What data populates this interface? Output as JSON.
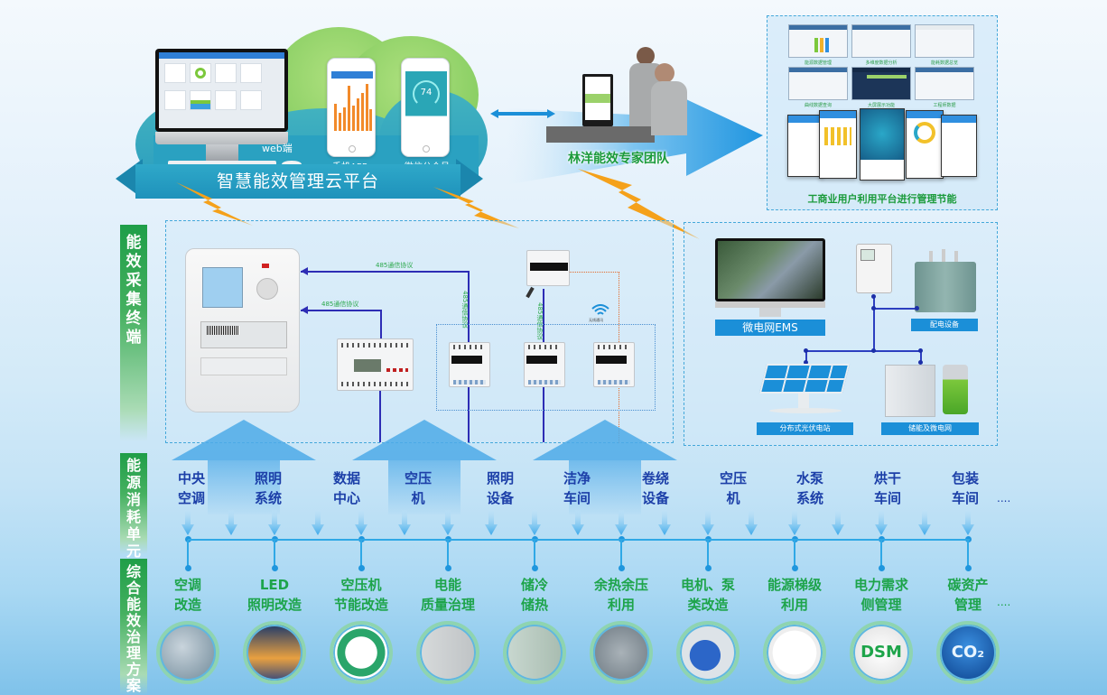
{
  "cloud_platform": {
    "title": "智慧能效管理云平台",
    "web_label": "web端",
    "app_label": "手机APP",
    "wechat_label": "微信公众号",
    "wechat_score": "74"
  },
  "expert_team": {
    "label": "林洋能效专家团队"
  },
  "user_platform": {
    "caption": "工商业用户利用平台进行管理节能",
    "screenshots": [
      {
        "caption": "能源数据管理"
      },
      {
        "caption": "多维度数据分析"
      },
      {
        "caption": "能耗数据总览"
      },
      {
        "caption": "曲线数据查询"
      },
      {
        "caption": "大屏展示功能"
      },
      {
        "caption": "工程师数据"
      }
    ]
  },
  "sections": {
    "collection": {
      "label": [
        "能",
        "效",
        "采",
        "集",
        "终",
        "端"
      ]
    },
    "consumption": {
      "label": [
        "能",
        "源",
        "消",
        "耗",
        "单",
        "元"
      ]
    },
    "solutions": {
      "label": [
        "综",
        "合",
        "能",
        "效",
        "治",
        "理",
        "方",
        "案"
      ]
    }
  },
  "collection": {
    "protocol_label": "485通信协议",
    "wireless_label": "无线通讯"
  },
  "microgrid": {
    "ems_label": "微电网EMS",
    "distribution_label": "配电设备",
    "pv_label": "分布式光伏电站",
    "storage_label": "储能及微电网"
  },
  "consumption_units": [
    {
      "line1": "中央",
      "line2": "空调"
    },
    {
      "line1": "照明",
      "line2": "系统"
    },
    {
      "line1": "数据",
      "line2": "中心"
    },
    {
      "line1": "空压",
      "line2": "机"
    },
    {
      "line1": "照明",
      "line2": "设备"
    },
    {
      "line1": "洁净",
      "line2": "车间"
    },
    {
      "line1": "卷绕",
      "line2": "设备"
    },
    {
      "line1": "空压",
      "line2": "机"
    },
    {
      "line1": "水泵",
      "line2": "系统"
    },
    {
      "line1": "烘干",
      "line2": "车间"
    },
    {
      "line1": "包装",
      "line2": "车间"
    }
  ],
  "solutions_list": [
    {
      "line1": "空调",
      "line2": "改造"
    },
    {
      "line1": "LED",
      "line2": "照明改造"
    },
    {
      "line1": "空压机",
      "line2": "节能改造"
    },
    {
      "line1": "电能",
      "line2": "质量治理"
    },
    {
      "line1": "储冷",
      "line2": "储热"
    },
    {
      "line1": "余热余压",
      "line2": "利用"
    },
    {
      "line1": "电机、泵",
      "line2": "类改造"
    },
    {
      "line1": "能源梯级",
      "line2": "利用"
    },
    {
      "line1": "电力需求",
      "line2": "侧管理"
    },
    {
      "line1": "碳资产",
      "line2": "管理"
    }
  ],
  "dsm_text": "DSM",
  "co2_text": "CO₂",
  "ellipsis": "....",
  "colors": {
    "green_label": "#1f9e48",
    "blue_text": "#1c3fa8",
    "green_text": "#1da44a",
    "tag_blue": "#1b8fd8",
    "bolt": "#f5a11a"
  }
}
